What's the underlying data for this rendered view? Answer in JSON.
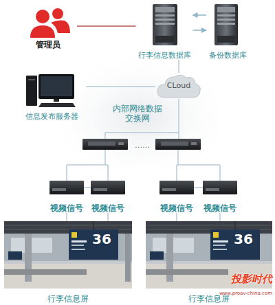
{
  "diagram": {
    "nodes": [
      {
        "text": [
          "管理员"
        ]
      },
      {
        "text": [
          "行李信息数据库"
        ]
      },
      {
        "text": [
          "备份数据库"
        ]
      },
      {
        "text": [
          "信息发布服务器"
        ]
      },
      {
        "text": [
          "CLoud"
        ]
      },
      {
        "text": [
          "视频信号"
        ]
      },
      {
        "text": [
          "视频信号"
        ]
      },
      {
        "text": [
          "视频信号"
        ]
      },
      {
        "text": [
          "视频信号"
        ]
      },
      {
        "text": [
          "行李信息屏"
        ]
      },
      {
        "text": [
          "行李信息屏"
        ]
      }
    ],
    "edges": [
      {
        "from": 0,
        "to": 1,
        "arrow": "none"
      },
      {
        "from": 2,
        "to": 1,
        "arrow": "to"
      },
      {
        "from": 1,
        "to": 2,
        "arrow": "to"
      },
      {
        "from": 3,
        "to": 4,
        "arrow": "none"
      },
      {
        "from": 1,
        "to": 4,
        "arrow": "none"
      },
      {
        "from": 5,
        "to": 9,
        "arrow": "none"
      },
      {
        "from": 6,
        "to": 9,
        "arrow": "none"
      },
      {
        "from": 7,
        "to": 10,
        "arrow": "none"
      },
      {
        "from": 8,
        "to": 10,
        "arrow": "none"
      }
    ],
    "labels": [
      "内部网络数据 交换网",
      "……",
      "36",
      "36",
      "投影时代",
      "www.proav-china.com"
    ]
  }
}
